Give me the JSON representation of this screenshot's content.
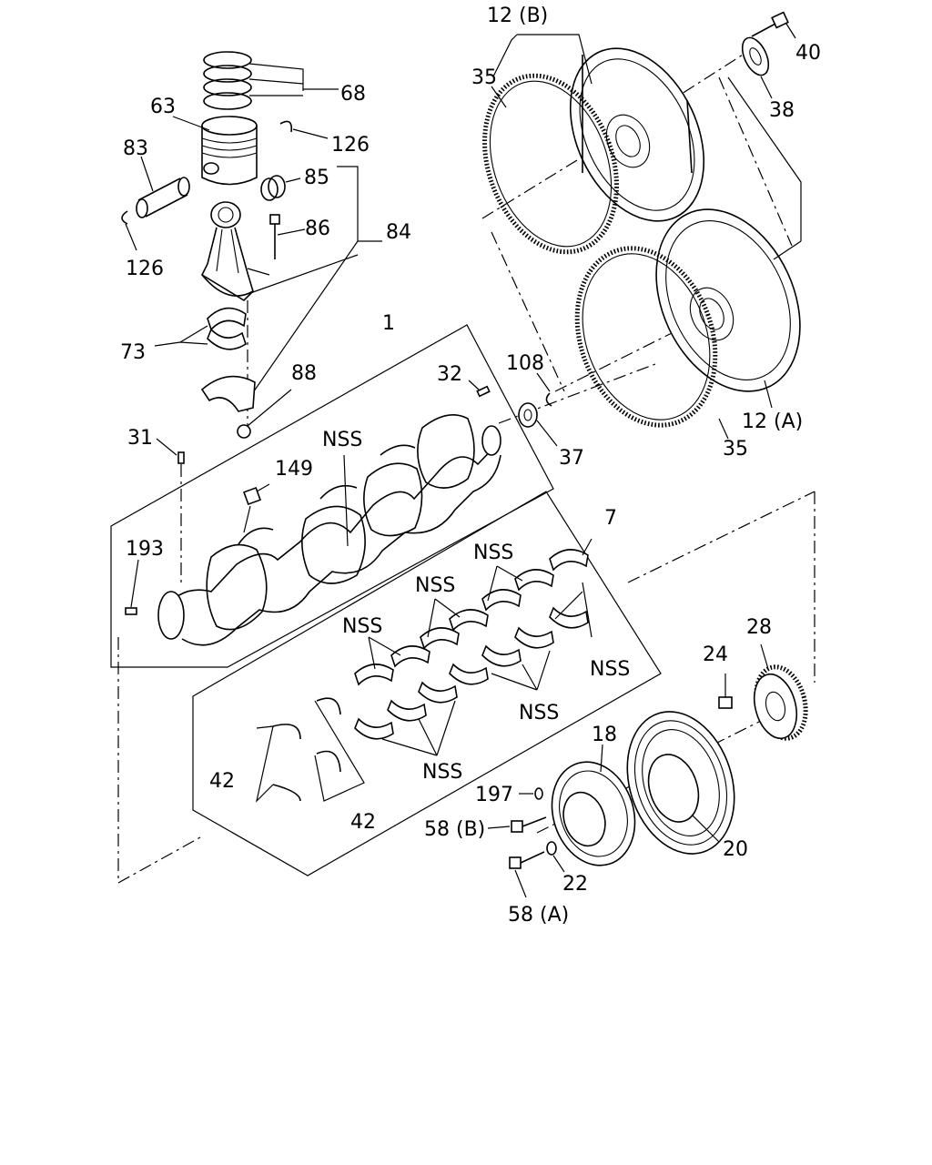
{
  "labels": {
    "l12b": "12 (B)",
    "l35a": "35",
    "l40": "40",
    "l38": "38",
    "l68": "68",
    "l63": "63",
    "l126a": "126",
    "l83": "83",
    "l85": "85",
    "l86": "86",
    "l84": "84",
    "l126b": "126",
    "l73": "73",
    "l1": "1",
    "l88": "88",
    "l32": "32",
    "l108": "108",
    "l31": "31",
    "l149": "149",
    "lnss1": "NSS",
    "l37": "37",
    "l12a": "12 (A)",
    "l35b": "35",
    "l7": "7",
    "l193": "193",
    "lnss2": "NSS",
    "lnss3": "NSS",
    "lnss4": "NSS",
    "lnss5": "NSS",
    "lnss6": "NSS",
    "lnss7": "NSS",
    "l24": "24",
    "l28": "28",
    "l42a": "42",
    "l18": "18",
    "l197": "197",
    "l58b": "58 (B)",
    "l42b": "42",
    "l20": "20",
    "l22": "22",
    "l58a": "58 (A)"
  }
}
